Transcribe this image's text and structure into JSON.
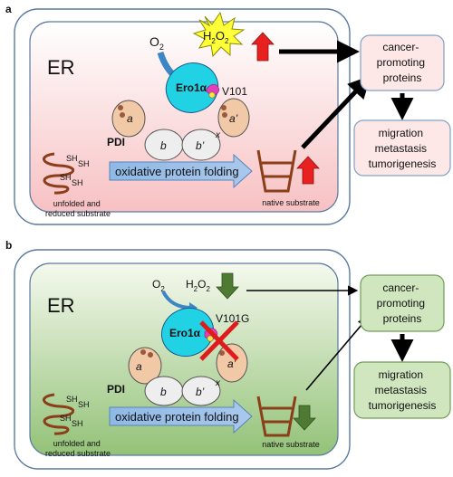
{
  "panels": [
    {
      "letter": "a",
      "compartment": "ER",
      "o2": "O",
      "o2_sub": "2",
      "h2o2": {
        "h": "H",
        "s1": "2",
        "o": "O",
        "s2": "2"
      },
      "enzyme": "Ero1α",
      "residue": "V101",
      "pdi": "PDI",
      "domains": [
        "a",
        "b",
        "b’",
        "a’"
      ],
      "linker": "x",
      "process": "oxidative protein folding",
      "unfolded_label": [
        "unfolded and",
        "reduced substrate"
      ],
      "sh_groups": [
        "SH",
        "SH",
        "SH",
        "SH"
      ],
      "native_label": "native substrate",
      "box_top": [
        "cancer-",
        "promoting",
        "proteins"
      ],
      "box_bottom": [
        "migration",
        "metastasis",
        "tumorigenesis"
      ],
      "colors": {
        "bg_top": "#ffffff",
        "bg_bottom": "#f7c1c3",
        "box": "#fde7e7",
        "trend": "#e8201f",
        "trend_dir": "up"
      }
    },
    {
      "letter": "b",
      "compartment": "ER",
      "o2": "O",
      "o2_sub": "2",
      "h2o2": {
        "h": "H",
        "s1": "2",
        "o": "O",
        "s2": "2"
      },
      "enzyme": "Ero1α",
      "residue": "V101G",
      "pdi": "PDI",
      "domains": [
        "a",
        "b",
        "b’",
        "a’"
      ],
      "linker": "x",
      "process": "oxidative protein folding",
      "unfolded_label": [
        "unfolded and",
        "reduced substrate"
      ],
      "sh_groups": [
        "SH",
        "SH",
        "SH",
        "SH"
      ],
      "native_label": "native substrate",
      "box_top": [
        "cancer-",
        "promoting",
        "proteins"
      ],
      "box_bottom": [
        "migration",
        "metastasis",
        "tumorigenesis"
      ],
      "colors": {
        "bg_top": "#f5f9ee",
        "bg_bottom": "#93c278",
        "box": "#cfe6bf",
        "trend": "#4f7a34",
        "trend_dir": "down"
      }
    }
  ]
}
